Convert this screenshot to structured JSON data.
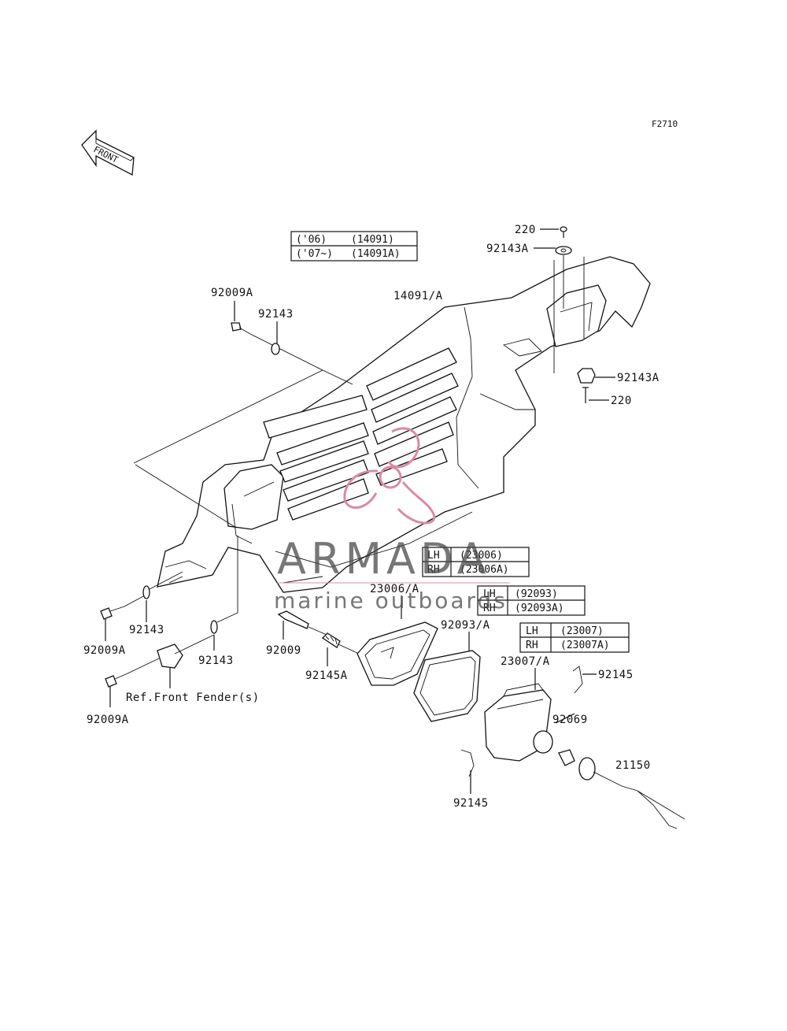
{
  "figure_code": "F2710",
  "front_label": "FRONT",
  "callouts": {
    "c220_top": "220",
    "c92143A_top": "92143A",
    "c14091A": "14091/A",
    "c92009A_top": "92009A",
    "c92143_top": "92143",
    "c92143A_right": "92143A",
    "c220_right": "220",
    "c92143_left": "92143",
    "c92009A_left": "92009A",
    "c92143_mid": "92143",
    "c92009": "92009",
    "c92145A": "92145A",
    "c23006A": "23006/A",
    "c92093A": "92093/A",
    "c23007A": "23007/A",
    "c92145_right": "92145",
    "c92069": "92069",
    "c21150": "21150",
    "c92145_bottom": "92145",
    "c92009A_bottom": "92009A",
    "ref_front_fender": "Ref.Front Fender(s)"
  },
  "tables": {
    "year_table": [
      {
        "key": "('06)",
        "value": "(14091)"
      },
      {
        "key": "('07~)",
        "value": "(14091A)"
      }
    ],
    "t23006": [
      {
        "key": "LH",
        "value": "(23006)"
      },
      {
        "key": "RH",
        "value": "(23006A)"
      }
    ],
    "t92093": [
      {
        "key": "LH",
        "value": "(92093)"
      },
      {
        "key": "RH",
        "value": "(92093A)"
      }
    ],
    "t23007": [
      {
        "key": "LH",
        "value": "(23007)"
      },
      {
        "key": "RH",
        "value": "(23007A)"
      }
    ]
  },
  "watermark": {
    "brand": "ARMADA",
    "tagline": "marine outboards",
    "logo_color": "#d98aa6"
  }
}
